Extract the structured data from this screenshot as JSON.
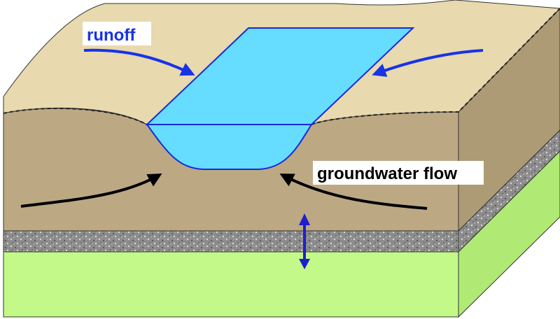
{
  "labels": {
    "runoff": "runoff",
    "groundwater_flow": "groundwater flow"
  },
  "colors": {
    "soil_light": "#e8d9ae",
    "soil_front": "#bca984",
    "soil_side": "#ad9b75",
    "gravel": "#8a8a8a",
    "bedrock_front": "#c3f988",
    "bedrock_side": "#b0ea74",
    "water": "#66dcff",
    "water_edge": "#1a2ad8",
    "runoff_arrow": "#1733e6",
    "runoff_text": "#1733e6",
    "groundwater_arrow": "#000000",
    "exchange_arrow": "#1f1fd0",
    "outline": "#333333"
  },
  "icons": {
    "runoff_arrows": "curved-arrow",
    "groundwater_arrows": "curved-arrow",
    "exchange_arrow": "double-headed-vertical-arrow"
  }
}
